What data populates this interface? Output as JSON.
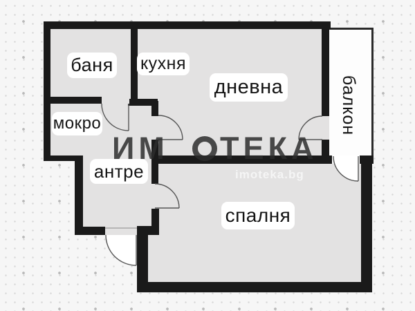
{
  "floorplan": {
    "title": "apartment-floor-plan",
    "rooms": {
      "banya": {
        "label": "баня"
      },
      "kuhnya": {
        "label": "кухня"
      },
      "dnevna": {
        "label": "дневна"
      },
      "mokro": {
        "label": "мокро"
      },
      "antre": {
        "label": "антре"
      },
      "spalnya": {
        "label": "спалня"
      },
      "balkon": {
        "label": "балкон"
      }
    },
    "watermark": {
      "brand_left": "ИМ",
      "brand_right": "ТЕКА",
      "site": "imoteka.bg"
    },
    "colors": {
      "background": "#f6f6f6",
      "dot_grid": "#d7d7d7",
      "wall": "#1a1a1a",
      "room_fill": "#e3e2e2",
      "balcony_fill": "#fdfdfd",
      "label_bg": "#ffffff",
      "label_text": "#141414",
      "watermark_dark": "rgba(45,45,45,0.85)",
      "watermark_light": "rgba(252,252,252,0.72)"
    }
  }
}
